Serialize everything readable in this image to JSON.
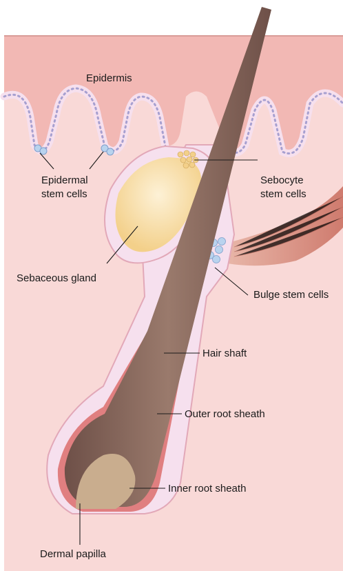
{
  "labels": {
    "epidermis": "Epidermis",
    "epidermal_stem_cells_1": "Epidermal",
    "epidermal_stem_cells_2": "stem cells",
    "sebocyte_stem_cells_1": "Sebocyte",
    "sebocyte_stem_cells_2": "stem cells",
    "sebaceous_gland": "Sebaceous gland",
    "bulge_stem_cells": "Bulge stem cells",
    "hair_shaft": "Hair shaft",
    "outer_root_sheath": "Outer root sheath",
    "inner_root_sheath": "Inner root sheath",
    "dermal_papilla": "Dermal papilla"
  },
  "colors": {
    "background": "#ffffff",
    "dermis": "#f7d4d2",
    "epidermis": "#f2b8b4",
    "epithelial_cell": "#f6e0ee",
    "cell_nucleus": "#a7a0d0",
    "stem_cell": "#b9d3ee",
    "sebaceous_gland": "#f7d9a0",
    "hair_shaft": "#8a6a5e",
    "inner_root_sheath": "#e07f80",
    "dermal_papilla": "#c9ad8e",
    "arrector_muscle": "#d88a80"
  }
}
